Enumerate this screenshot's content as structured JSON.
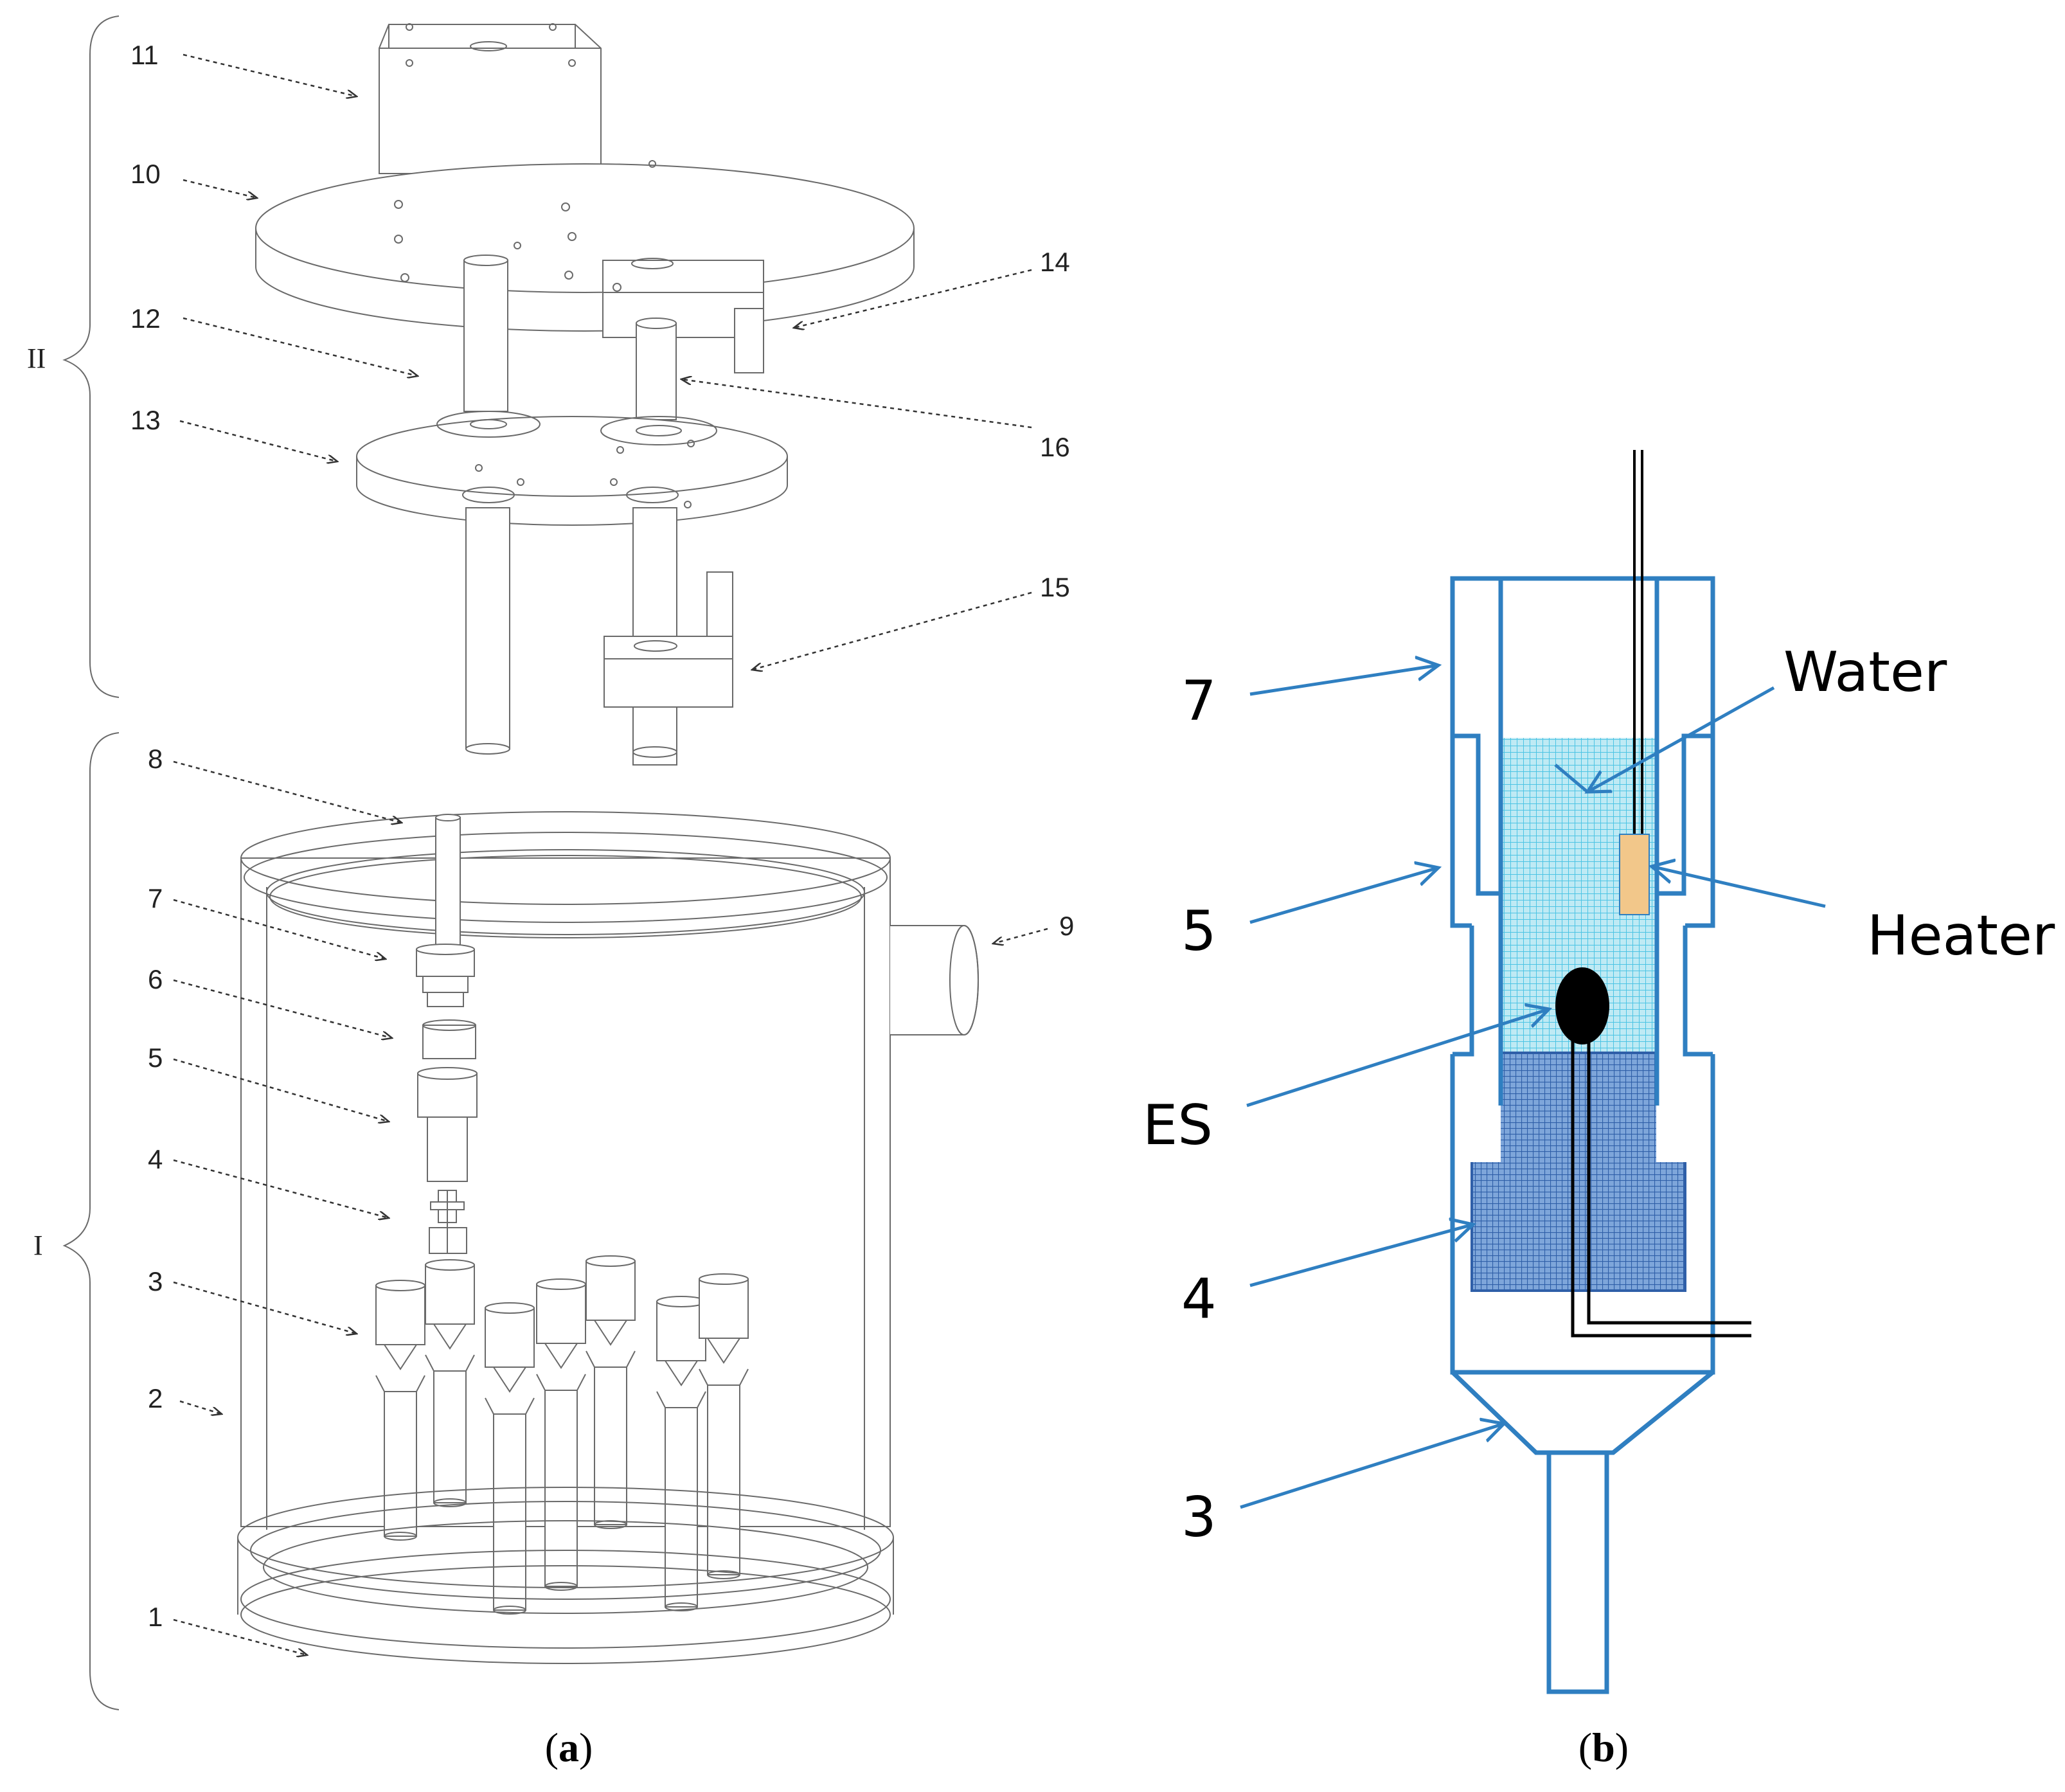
{
  "panel_a": {
    "part_labels": [
      "11",
      "10",
      "12",
      "13",
      "14",
      "16",
      "15",
      "8",
      "7",
      "6",
      "5",
      "4",
      "3",
      "2",
      "1",
      "9"
    ],
    "group_labels": [
      "II",
      "I"
    ],
    "caption": "a"
  },
  "panel_b": {
    "part_labels": [
      "7",
      "5",
      "4",
      "3"
    ],
    "callouts": [
      "Water",
      "Heater",
      "ES"
    ],
    "caption": "b",
    "colors": {
      "outline": "#2f7fc1",
      "water": "#9fe0ef",
      "sediment": "#3d6fb4",
      "heater": "#f2c78a",
      "wire": "#000000"
    }
  }
}
